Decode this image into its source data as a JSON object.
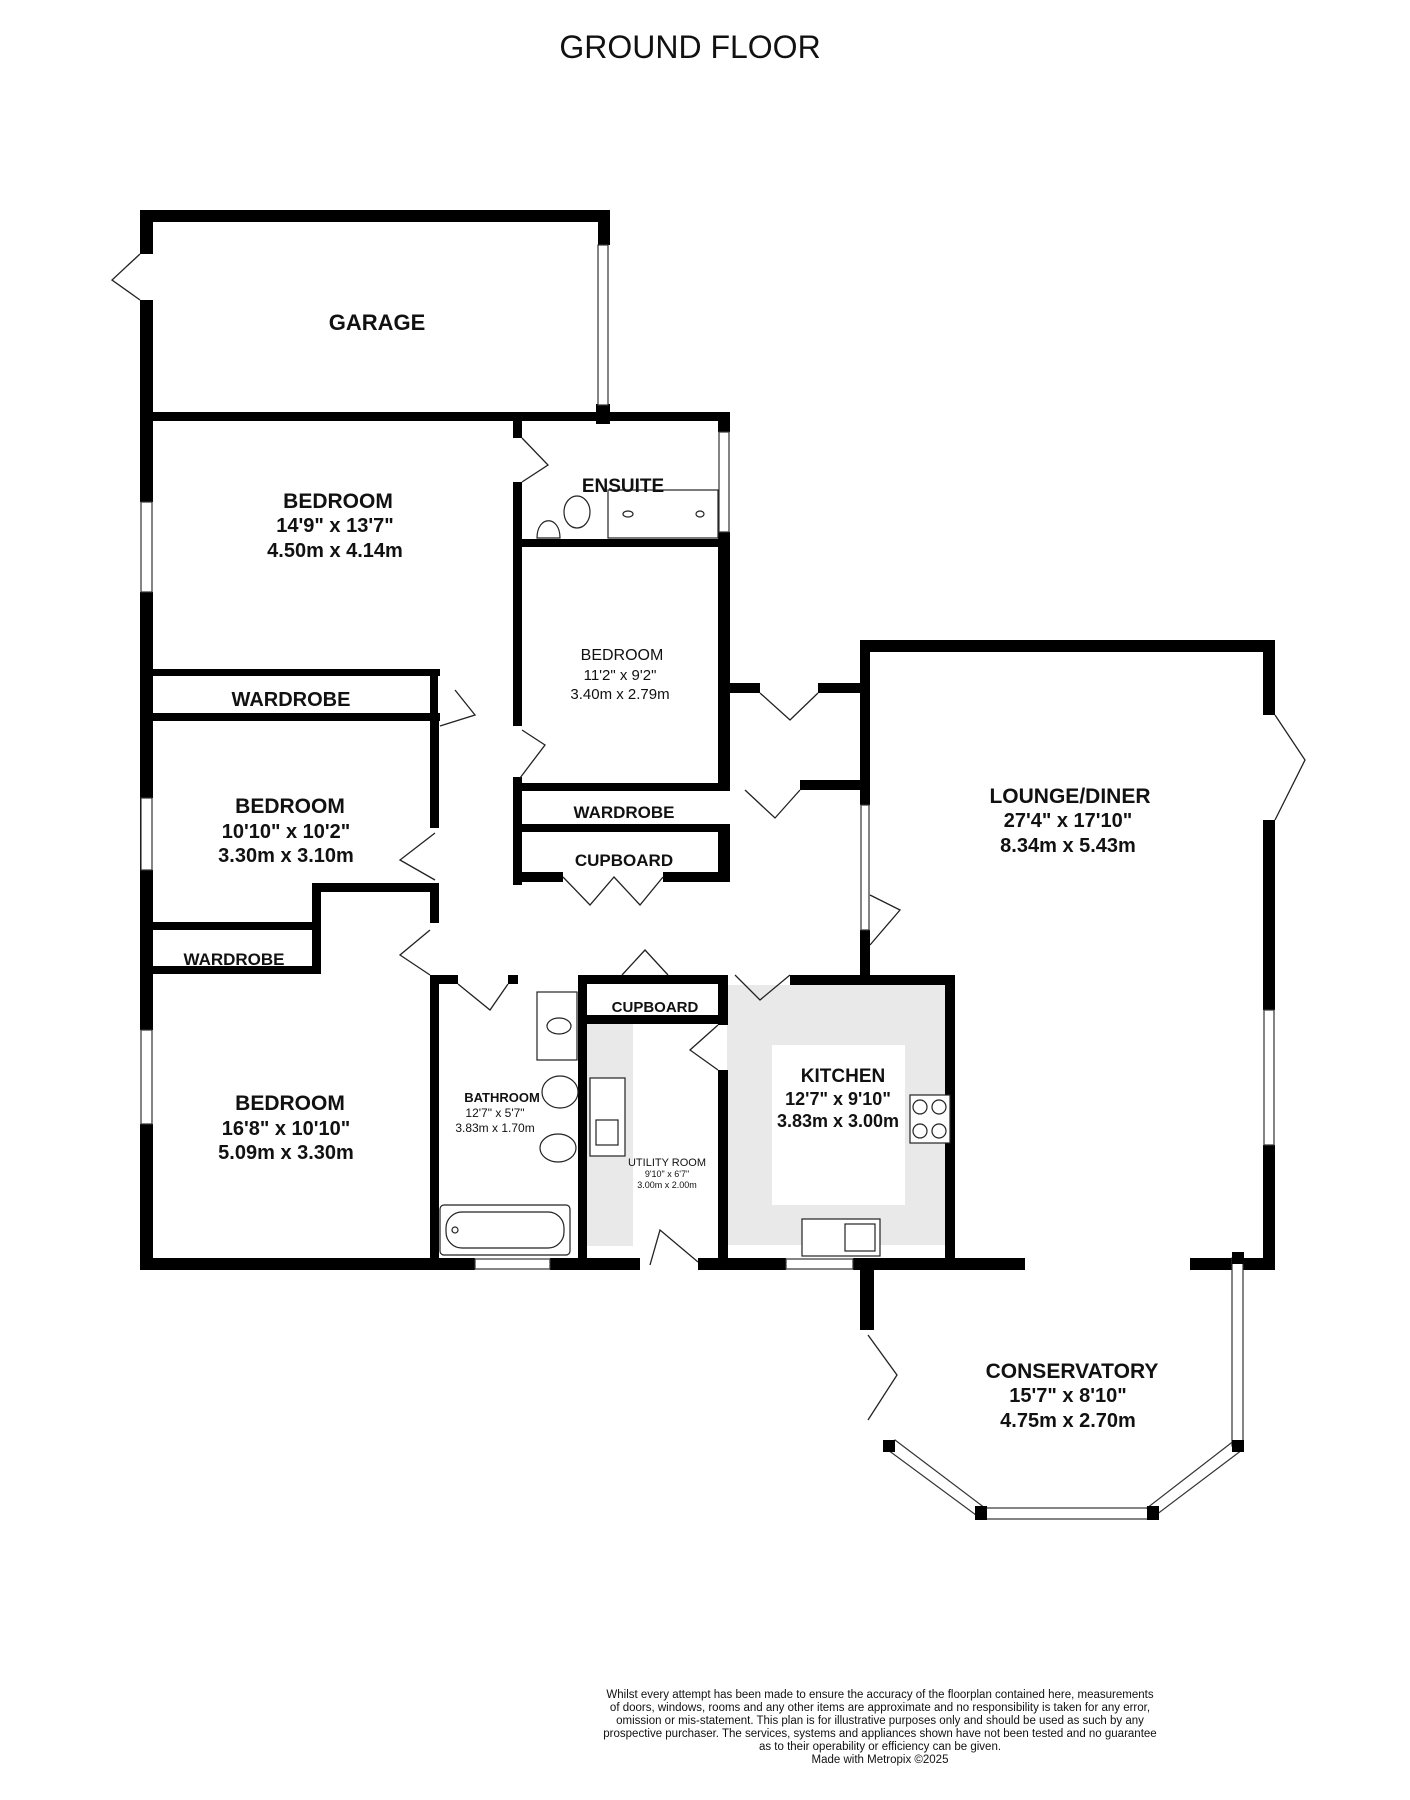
{
  "floor_title": "GROUND FLOOR",
  "rooms": {
    "garage": {
      "name": "GARAGE"
    },
    "ensuite": {
      "name": "ENSUITE"
    },
    "bedroom_1": {
      "name": "BEDROOM",
      "imperial": "14'9\"  x 13'7\"",
      "metric": "4.50m  x 4.14m"
    },
    "bedroom_2": {
      "name": "BEDROOM",
      "imperial": "11'2\"  x 9'2\"",
      "metric": "3.40m  x 2.79m"
    },
    "bedroom_3": {
      "name": "BEDROOM",
      "imperial": "10'10\"  x 10'2\"",
      "metric": "3.30m  x 3.10m"
    },
    "bedroom_4": {
      "name": "BEDROOM",
      "imperial": "16'8\"  x 10'10\"",
      "metric": "5.09m  x 3.30m"
    },
    "lounge_diner": {
      "name": "LOUNGE/DINER",
      "imperial": "27'4\"  x 17'10\"",
      "metric": "8.34m  x 5.43m"
    },
    "bathroom": {
      "name": "BATHROOM",
      "imperial": "12'7\"  x 5'7\"",
      "metric": "3.83m  x 1.70m"
    },
    "utility_room": {
      "name": "UTILITY ROOM",
      "imperial": "9'10\"  x 6'7\"",
      "metric": "3.00m  x 2.00m"
    },
    "kitchen": {
      "name": "KITCHEN",
      "imperial": "12'7\"  x 9'10\"",
      "metric": "3.83m  x 3.00m"
    },
    "conservatory": {
      "name": "CONSERVATORY",
      "imperial": "15'7\"  x 8'10\"",
      "metric": "4.75m  x 2.70m"
    }
  },
  "storage": {
    "wardrobe_1": "WARDROBE",
    "wardrobe_2": "WARDROBE",
    "wardrobe_3": "WARDROBE",
    "cupboard_1": "CUPBOARD",
    "cupboard_2": "CUPBOARD"
  },
  "disclaimer": [
    "Whilst every attempt has been made to ensure the accuracy of the floorplan contained here, measurements",
    "of doors, windows, rooms and any other items are approximate and no responsibility is taken for any error,",
    "omission or mis-statement. This plan is for illustrative purposes only and should be used as such by any",
    "prospective purchaser. The services, systems and appliances shown have not been tested and no guarantee",
    "as to their operability or efficiency can be given.",
    "Made with Metropix ©2025"
  ]
}
